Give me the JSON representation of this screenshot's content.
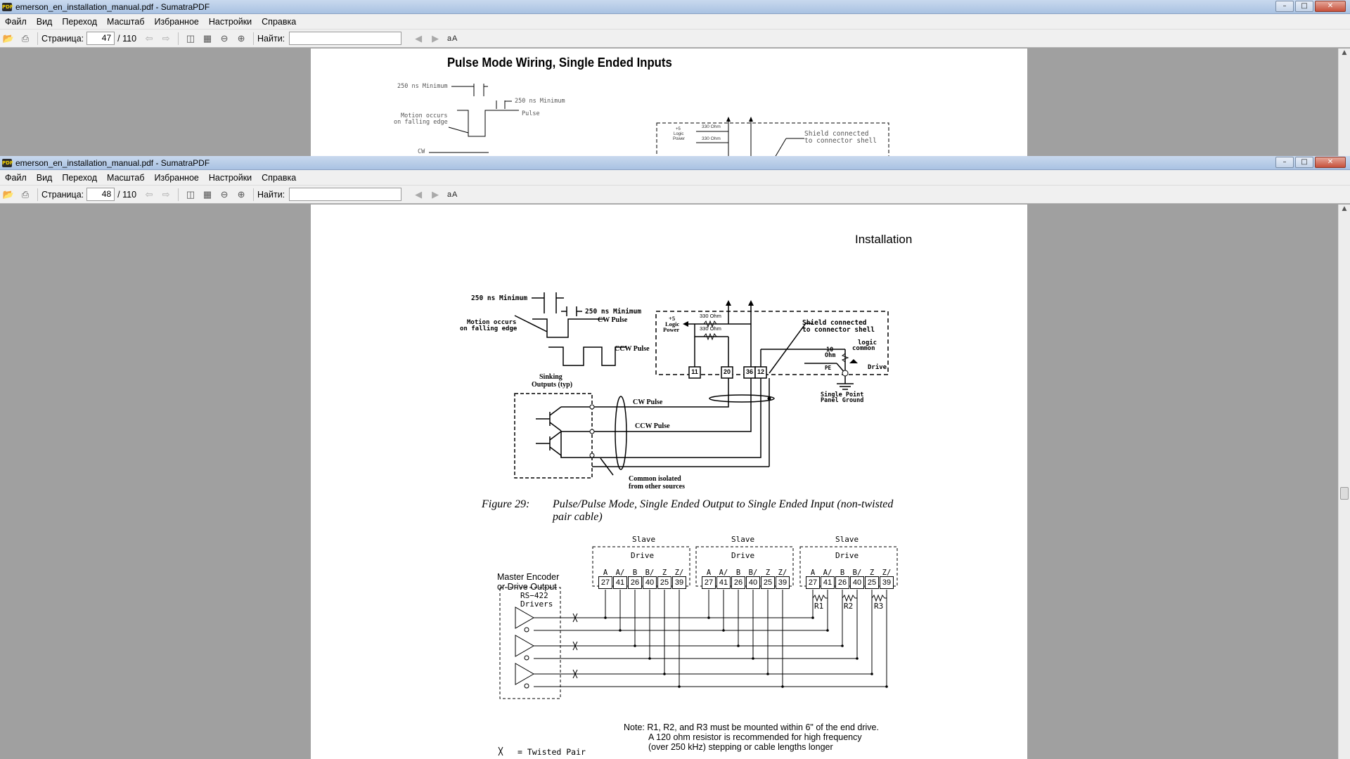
{
  "window1": {
    "title": "emerson_en_installation_manual.pdf - SumatraPDF",
    "menu": [
      "Файл",
      "Вид",
      "Переход",
      "Масштаб",
      "Избранное",
      "Настройки",
      "Справка"
    ],
    "toolbar": {
      "page_label": "Страница:",
      "page_value": "47",
      "page_total": "/ 110",
      "find_label": "Найти:",
      "find_value": ""
    },
    "page": {
      "heading": "Pulse Mode Wiring, Single Ended Inputs",
      "labels": {
        "min1": "250  ns  Minimum",
        "min2": "250  ns  Minimum",
        "motion1": "Motion  occurs",
        "motion2": "on  falling  edge",
        "pulse": "Pulse",
        "cw": "CW",
        "logic1": "+5",
        "logic2": "Logic",
        "logic3": "Power",
        "r1": "330 Ohm",
        "r2": "330 Ohm",
        "shield1": "Shield  connected",
        "shield2": "to  connector  shell"
      }
    }
  },
  "window2": {
    "title": "emerson_en_installation_manual.pdf - SumatraPDF",
    "menu": [
      "Файл",
      "Вид",
      "Переход",
      "Масштаб",
      "Избранное",
      "Настройки",
      "Справка"
    ],
    "toolbar": {
      "page_label": "Страница:",
      "page_value": "48",
      "page_total": "/ 110",
      "find_label": "Найти:",
      "find_value": ""
    },
    "page": {
      "header": "Installation",
      "fig29": {
        "min1": "250  ns  Minimum",
        "min2": "250  ns  Minimum",
        "motion1": "Motion  occurs",
        "motion2": "on  falling  edge",
        "cwpulse": "CW Pulse",
        "ccwpulse": "CCW Pulse",
        "sinking1": "Sinking",
        "sinking2": "Outputs (typ)",
        "logic1": "+5",
        "logic2": "Logic",
        "logic3": "Power",
        "r1": "330 Ohm",
        "r2": "330 Ohm",
        "shield1": "Shield  connected",
        "shield2": "to  connector  shell",
        "lc1": "logic",
        "lc2": "common",
        "ohm1": "10",
        "ohm2": "Ohm",
        "pe": "PE",
        "drive": "Drive",
        "t11": "11",
        "t20": "20",
        "t36": "36",
        "t12": "12",
        "spg1": "Single  Point",
        "spg2": "Panel  Ground",
        "cwline": "CW Pulse",
        "ccwline": "CCW Pulse",
        "common1": "Common isolated",
        "common2": "from other sources"
      },
      "caption_num": "Figure 29:",
      "caption_line1": "Pulse/Pulse Mode, Single Ended Output to Single Ended Input (non-twisted",
      "caption_line2": "pair cable)",
      "fig30": {
        "slave": "Slave",
        "drive": "Drive",
        "pins": [
          "A",
          "A/",
          "B",
          "B/",
          "Z",
          "Z/"
        ],
        "nums": [
          "27",
          "41",
          "26",
          "40",
          "25",
          "39"
        ],
        "master1": "Master Encoder",
        "master2": "or Drive Output",
        "rs1": "RS−422",
        "rs2": "Drivers",
        "r1": "R1",
        "r2": "R2",
        "r3": "R3",
        "tp": "=  Twisted  Pair",
        "note1": "Note: R1, R2, and R3 must be mounted within 6\" of the end drive.",
        "note2": "A 120 ohm resistor is recommended for high frequency",
        "note3": "(over 250 kHz) stepping or cable lengths longer"
      }
    }
  }
}
